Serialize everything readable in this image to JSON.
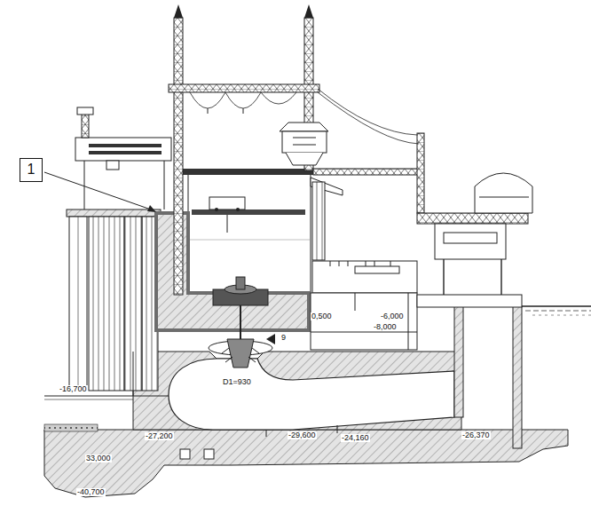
{
  "diagram": {
    "nodes": [
      {
        "text": [
          "1"
        ]
      }
    ],
    "labels": [
      "0,500",
      "-6,000",
      "-8,000",
      "9",
      "D1=930",
      "-16,700",
      "-27,200",
      "33,000",
      "-29,600",
      "-24,160",
      "-26,370",
      "-40,700"
    ]
  }
}
